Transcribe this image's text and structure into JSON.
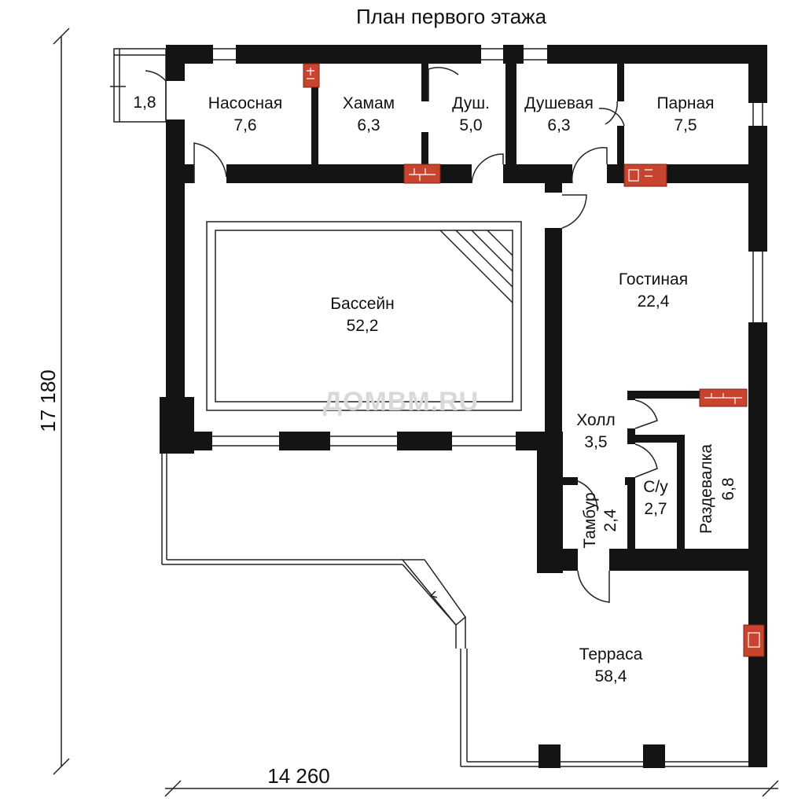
{
  "title": "План первого этажа",
  "watermark": "ДОМВМ.RU",
  "dimensions": {
    "width": "14 260",
    "height": "17 180"
  },
  "rooms": {
    "nasosnaya": {
      "name": "Насосная",
      "area": "7,6"
    },
    "hamam": {
      "name": "Хамам",
      "area": "6,3"
    },
    "dush": {
      "name": "Душ.",
      "area": "5,0"
    },
    "dushevaya": {
      "name": "Душевая",
      "area": "6,3"
    },
    "parnaya": {
      "name": "Парная",
      "area": "7,5"
    },
    "porch": {
      "area": "1,8"
    },
    "basseyn": {
      "name": "Бассейн",
      "area": "52,2"
    },
    "gostinaya": {
      "name": "Гостиная",
      "area": "22,4"
    },
    "holl": {
      "name": "Холл",
      "area": "3,5"
    },
    "razdevalka": {
      "name": "Раздевалка",
      "area": "6,8"
    },
    "su": {
      "name": "С/у",
      "area": "2,7"
    },
    "tambur": {
      "name": "Тамбур",
      "area": "2,4"
    },
    "terrasa": {
      "name": "Терраса",
      "area": "58,4"
    }
  },
  "colors": {
    "wall": "#141414",
    "stove": "#c9442f",
    "watermark": "#d9d9d9"
  }
}
